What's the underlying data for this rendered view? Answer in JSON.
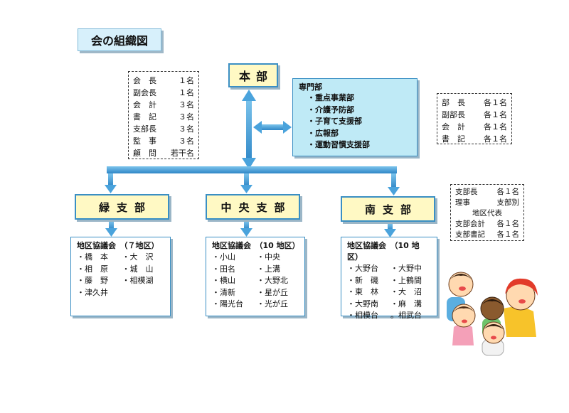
{
  "title": "会の組織図",
  "headquarters": "本部",
  "officers": [
    {
      "role": "会　長",
      "count": "１名"
    },
    {
      "role": "副会長",
      "count": "１名"
    },
    {
      "role": "会　計",
      "count": "３名"
    },
    {
      "role": "書　記",
      "count": "３名"
    },
    {
      "role": "支部長",
      "count": "３名"
    },
    {
      "role": "監　事",
      "count": "３名"
    },
    {
      "role": "顧　問",
      "count": "若干名"
    }
  ],
  "departments": {
    "heading": "専門部",
    "items": [
      "・重点事業部",
      "・介護予防部",
      "・子育て支援部",
      "・広報部",
      "・運動習慣支援部"
    ]
  },
  "department_roles": [
    {
      "role": "部　長",
      "count": "各１名"
    },
    {
      "role": "副部長",
      "count": "各１名"
    },
    {
      "role": "会　計",
      "count": "各１名"
    },
    {
      "role": "書　記",
      "count": "各１名"
    }
  ],
  "branches": [
    "緑支部",
    "中央支部",
    "南支部"
  ],
  "branch_roles": [
    {
      "role": "支部長",
      "count": "各１名"
    },
    {
      "role": "理事",
      "count": "支部別"
    },
    {
      "role": "",
      "count": "地区代表"
    },
    {
      "role": "支部会計",
      "count": "各１名"
    },
    {
      "role": "支部書記",
      "count": "各１名"
    }
  ],
  "districts": [
    {
      "heading": "地区協議会　（７地区）",
      "items": [
        "・橋　本",
        "・大　沢",
        "・相　原",
        "・城　山",
        "・藤　野",
        "・相模湖",
        "・津久井",
        ""
      ]
    },
    {
      "heading": "地区協議会　（10 地区）",
      "items": [
        "・小山",
        "・中央",
        "・田名",
        "・上溝",
        "・横山",
        "・大野北",
        "・清新",
        "・星が丘",
        "・陽光台",
        "・光が丘"
      ]
    },
    {
      "heading": "地区協議会　（10 地区）",
      "items": [
        "・大野台",
        "・大野中",
        "・新　磯",
        "・上鶴間",
        "・東　林",
        "・大　沼",
        "・大野南",
        "・麻　溝",
        "・相模台",
        "。相武台"
      ]
    }
  ],
  "colors": {
    "line": "#2f87c7",
    "box_yellow": "#fff9c4",
    "box_blue": "#bfeaf6",
    "title_bg": "#d7f0fb"
  }
}
